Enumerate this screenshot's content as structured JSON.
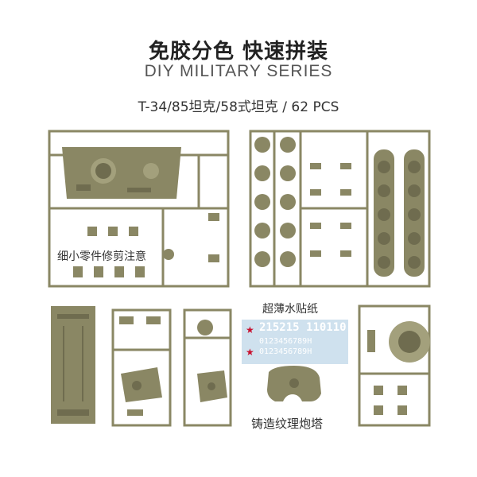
{
  "header": {
    "title_cn": "免胶分色 快速拼装",
    "title_en": "DIY MILITARY SERIES",
    "subtitle": "T-34/85坦克/58式坦克 / 62 PCS"
  },
  "labels": {
    "small_parts": "细小零件修剪注意",
    "decal": "超薄水贴纸",
    "turret": "铸造纹理炮塔"
  },
  "decal_sheet": {
    "row1": "215215",
    "row1_b": "110110",
    "row2": "0123456789H",
    "row3": "0123456789H"
  },
  "colors": {
    "plastic": "#8a8764",
    "plastic_dark": "#6f6c4f",
    "plastic_light": "#a3a07c",
    "decal_bg": "#cfe1ee",
    "star_red": "#c8102e"
  }
}
